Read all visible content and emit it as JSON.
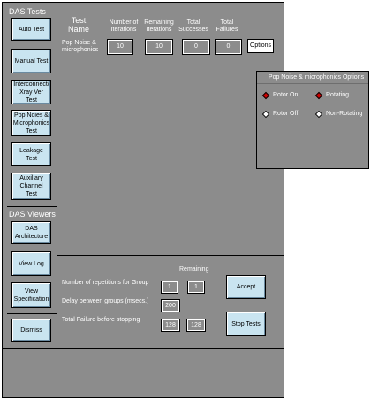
{
  "sidebar": {
    "das_tests_title": "DAS Tests",
    "das_viewers_title": "DAS Viewers",
    "tests": [
      {
        "label": "Auto Test"
      },
      {
        "label": "Manual Test"
      },
      {
        "label": "Interconnect/ Xray Ver Test"
      },
      {
        "label": "Pop Noies & Microphonics Test"
      },
      {
        "label": "Leakage Test"
      },
      {
        "label": "Auxiliary Channel Test"
      }
    ],
    "viewers": [
      {
        "label": "DAS Architecture"
      },
      {
        "label": "View Log"
      },
      {
        "label": "View Specification"
      }
    ],
    "dismiss_label": "Dismiss"
  },
  "table": {
    "headers": {
      "test_name": "Test Name",
      "num_iterations": "Number of Iterations",
      "remaining_iterations": "Remaining Iterations",
      "total_successes": "Total Successes",
      "total_failures": "Total Failures"
    },
    "row": {
      "name": "Pop Noise & microphonics",
      "num_iterations": "10",
      "remaining_iterations": "10",
      "total_successes": "0",
      "total_failures": "0",
      "options_label": "Options"
    }
  },
  "options_popup": {
    "title": "Pop Noise & microphonics Options",
    "items": [
      {
        "label": "Rotor On",
        "selected": true
      },
      {
        "label": "Rotating",
        "selected": true
      },
      {
        "label": "Rotor Off",
        "selected": false
      },
      {
        "label": "Non-Rotating",
        "selected": false
      }
    ],
    "selected_color": "#cc0000",
    "unselected_color": "#ffffff"
  },
  "settings": {
    "remaining_header": "Remaining",
    "repetitions_label": "Number of repetitions for Group",
    "repetitions_value": "1",
    "repetitions_remaining": "1",
    "delay_label": "Delay between groups (msecs.)",
    "delay_value": "200",
    "failure_label": "Total Failure before stopping",
    "failure_value": "128",
    "failure_remaining": "128",
    "accept_label": "Accept",
    "stop_label": "Stop Tests"
  }
}
